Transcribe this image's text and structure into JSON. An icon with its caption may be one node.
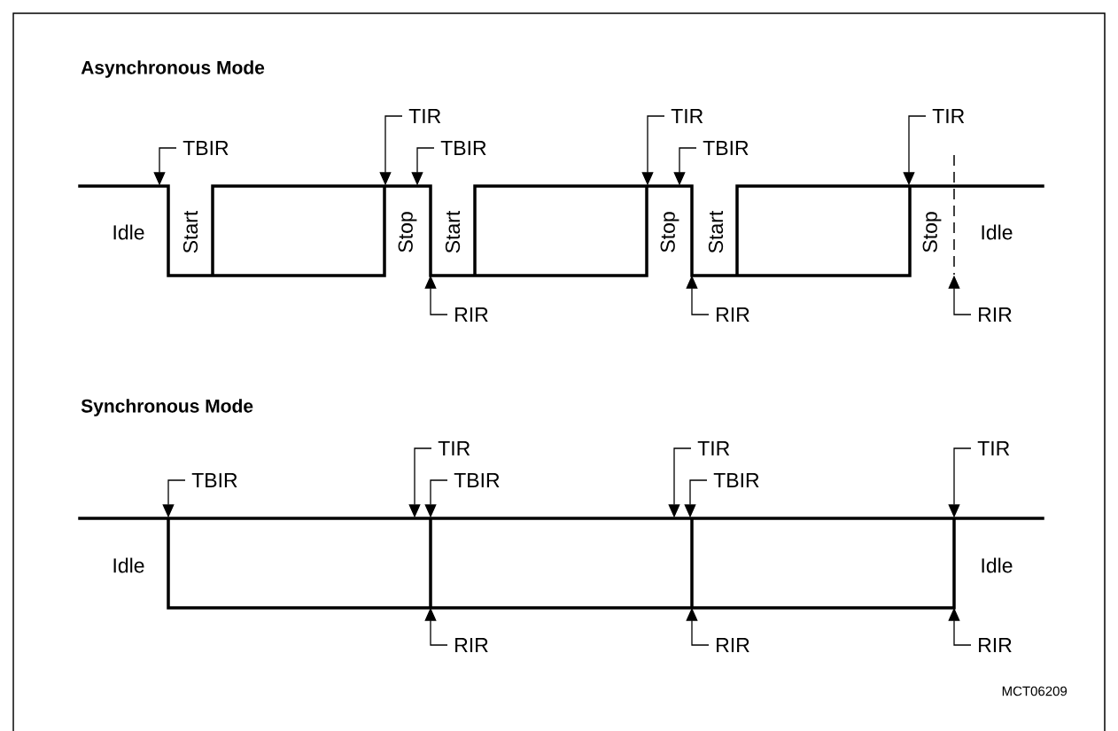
{
  "diagram": {
    "nodes": [
      {
        "text": [
          "TIR"
        ]
      },
      {
        "text": [
          "TIR"
        ]
      },
      {
        "text": [
          "TIR"
        ]
      },
      {
        "text": [
          "TBIR"
        ]
      },
      {
        "text": [
          "TBIR"
        ]
      },
      {
        "text": [
          "TBIR"
        ]
      },
      {
        "text": [
          "RIR"
        ]
      },
      {
        "text": [
          "RIR"
        ]
      },
      {
        "text": [
          "RIR"
        ]
      },
      {
        "text": [
          "TIR"
        ]
      },
      {
        "text": [
          "TIR"
        ]
      },
      {
        "text": [
          "TIR"
        ]
      },
      {
        "text": [
          "TBIR"
        ]
      },
      {
        "text": [
          "TBIR"
        ]
      },
      {
        "text": [
          "TBIR"
        ]
      },
      {
        "text": [
          "RIR"
        ]
      },
      {
        "text": [
          "RIR"
        ]
      },
      {
        "text": [
          "RIR"
        ]
      },
      {
        "text": [],
        "shape": "picture"
      },
      {
        "text": [],
        "shape": "picture"
      }
    ],
    "edges": [
      {
        "from": 0,
        "to": 18,
        "arrow": "to"
      },
      {
        "from": 1,
        "to": 18,
        "arrow": "to"
      },
      {
        "from": 2,
        "to": 18,
        "arrow": "to"
      },
      {
        "from": 3,
        "to": 18,
        "arrow": "to"
      },
      {
        "from": 4,
        "to": 18,
        "arrow": "to"
      },
      {
        "from": 5,
        "to": 18,
        "arrow": "to"
      },
      {
        "from": 6,
        "to": 18,
        "arrow": "to"
      },
      {
        "from": 7,
        "to": 18,
        "arrow": "to"
      },
      {
        "from": 8,
        "to": 18,
        "arrow": "to"
      },
      {
        "from": 9,
        "to": 19,
        "arrow": "to"
      },
      {
        "from": 10,
        "to": 19,
        "arrow": "to"
      },
      {
        "from": 11,
        "to": 19,
        "arrow": "to"
      },
      {
        "from": 12,
        "to": 19,
        "arrow": "to"
      },
      {
        "from": 13,
        "to": 19,
        "arrow": "to"
      },
      {
        "from": 14,
        "to": 19,
        "arrow": "to"
      },
      {
        "from": 15,
        "to": 19,
        "arrow": "to"
      },
      {
        "from": 16,
        "to": 19,
        "arrow": "to"
      },
      {
        "from": 17,
        "to": 19,
        "arrow": "to"
      }
    ],
    "labels": [
      "Asynchronous Mode",
      "Idle",
      "Start",
      "Stop",
      "Start",
      "Stop",
      "Start",
      "Stop",
      "Idle",
      "Synchronous Mode",
      "Idle",
      "Idle",
      "MCT06209"
    ]
  }
}
